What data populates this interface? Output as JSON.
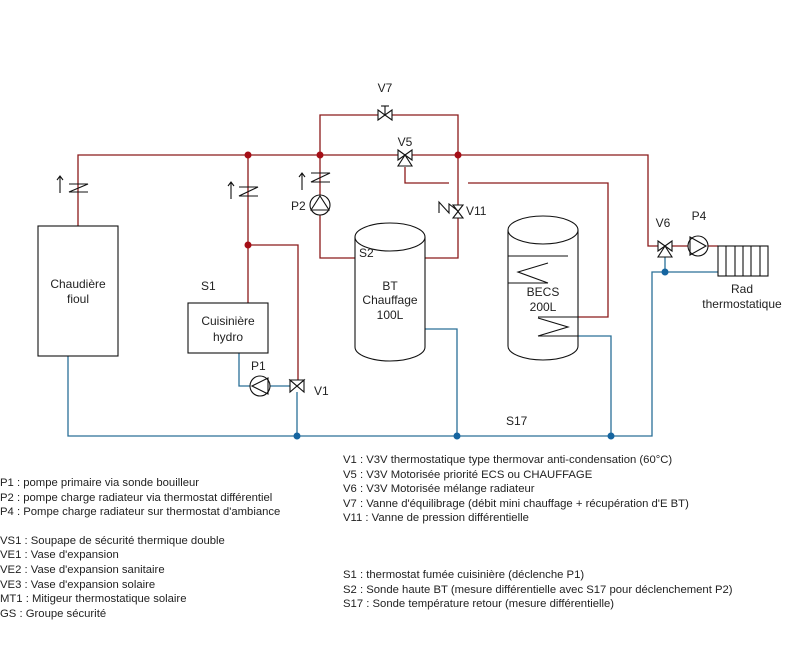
{
  "diagram": {
    "colors": {
      "hot_pipe": "#8b1a1a",
      "cold_pipe": "#2a6f97",
      "junction_hot": "#a50e16",
      "junction_cold": "#1565a0",
      "outline": "#111111"
    },
    "components": {
      "boiler": {
        "line1": "Chaudière",
        "line2": "fioul"
      },
      "cooker": {
        "line1": "Cuisinière",
        "line2": "hydro"
      },
      "bt_tank": {
        "line1": "BT",
        "line2": "Chauffage",
        "line3": "100L"
      },
      "becs_tank": {
        "line1": "BECS",
        "line2": "200L"
      },
      "radiator": {
        "line1": "Rad",
        "line2": "thermostatique"
      }
    },
    "labels": {
      "v7": "V7",
      "v5": "V5",
      "v11": "V11",
      "v6": "V6",
      "v1": "V1",
      "p1": "P1",
      "p2": "P2",
      "p4": "P4",
      "s1": "S1",
      "s2": "S2",
      "s17": "S17"
    }
  },
  "legend": {
    "pumps": [
      "P1 : pompe primaire via sonde bouilleur",
      "P2 : pompe charge radiateur via thermostat différentiel",
      "P4 : Pompe charge radiateur sur thermostat d'ambiance"
    ],
    "safety": [
      "VS1 : Soupape de sécurité thermique double",
      "VE1 : Vase d'expansion",
      "VE2 : Vase d'expansion sanitaire",
      "VE3 : Vase d'expansion solaire",
      "MT1 : Mitigeur thermostatique solaire",
      "GS : Groupe sécurité"
    ],
    "valves": [
      "V1 : V3V thermostatique type thermovar anti-condensation (60°C)",
      "V5 : V3V Motorisée priorité ECS ou CHAUFFAGE",
      "V6 : V3V Motorisée mélange radiateur",
      "V7 : Vanne d'équilibrage (débit mini chauffage + récupération d'E BT)",
      "V11 : Vanne de pression différentielle"
    ],
    "sensors": [
      "S1 : thermostat fumée cuisinière (déclenche P1)",
      "S2 : Sonde haute BT (mesure différentielle avec S17 pour déclenchement P2)",
      "S17 : Sonde température retour (mesure différentielle)"
    ]
  }
}
